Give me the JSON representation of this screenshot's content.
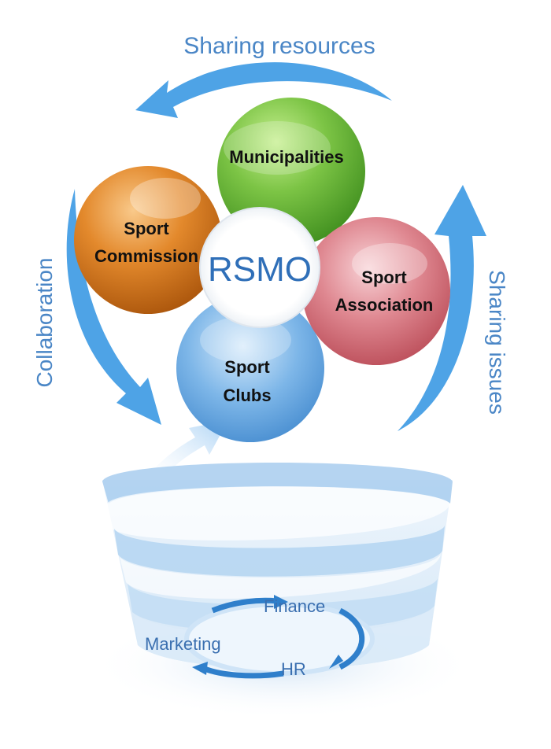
{
  "center": {
    "label": "RSMO"
  },
  "nodes": {
    "municipalities": {
      "label": "Municipalities",
      "color": "#5fb533"
    },
    "sport_commission": {
      "line1": "Sport",
      "line2": "Commission",
      "color": "#d9761a"
    },
    "sport_association": {
      "line1": "Sport",
      "line2": "Association",
      "color": "#cf5e6a"
    },
    "sport_clubs": {
      "line1": "Sport",
      "line2": "Clubs",
      "color": "#4f95d6"
    }
  },
  "cycle": {
    "top": "Sharing resources",
    "left": "Collaboration",
    "right": "Sharing issues"
  },
  "base": {
    "finance": "Finance",
    "marketing": "Marketing",
    "hr": "HR"
  },
  "colors": {
    "arrow": "#4ea3e6",
    "text_blue": "#4a86c6",
    "bowl": "#cfe4f7"
  }
}
